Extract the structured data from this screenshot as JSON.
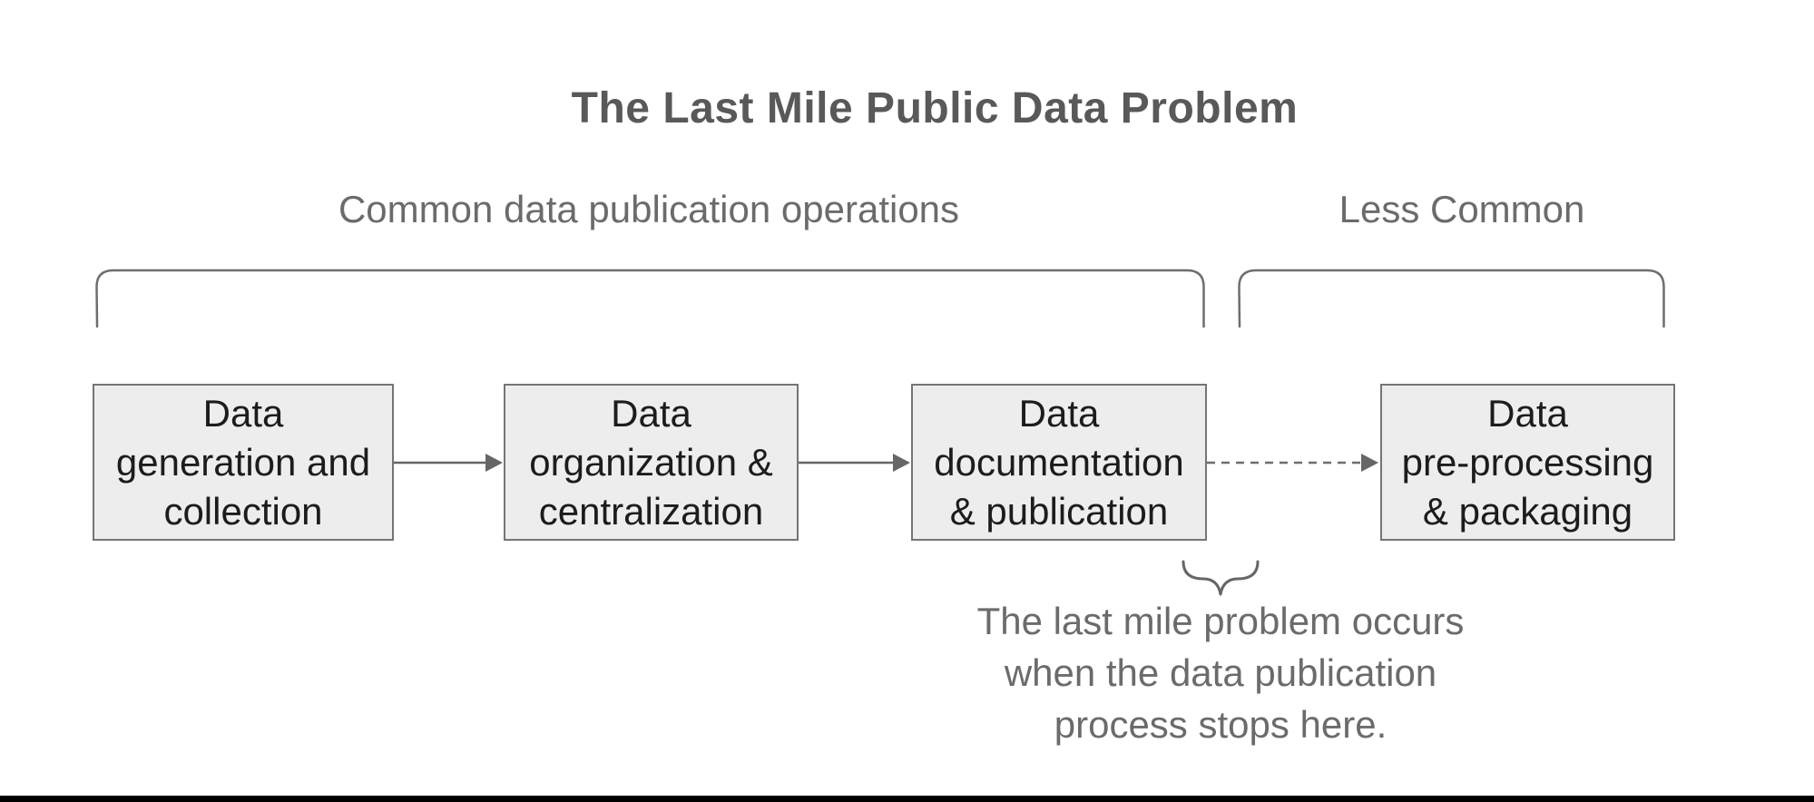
{
  "title": "The Last Mile Public Data Problem",
  "group_labels": {
    "common": "Common data publication operations",
    "less_common": "Less Common"
  },
  "boxes": [
    {
      "lines": [
        "Data",
        "generation and",
        "collection"
      ]
    },
    {
      "lines": [
        "Data",
        "organization &",
        "centralization"
      ]
    },
    {
      "lines": [
        "Data",
        "documentation",
        "& publication"
      ]
    },
    {
      "lines": [
        "Data",
        "pre-processing",
        "& packaging"
      ]
    }
  ],
  "caption": {
    "lines": [
      "The last mile problem occurs",
      "when the data publication",
      "process stops here."
    ]
  },
  "colors": {
    "box_fill": "#ededed",
    "box_border": "#757575",
    "box_text": "#1c1c1c",
    "title_text": "#595959",
    "muted_text": "#6b6b6b",
    "line": "#666666",
    "bottom_bar": "#000000"
  }
}
